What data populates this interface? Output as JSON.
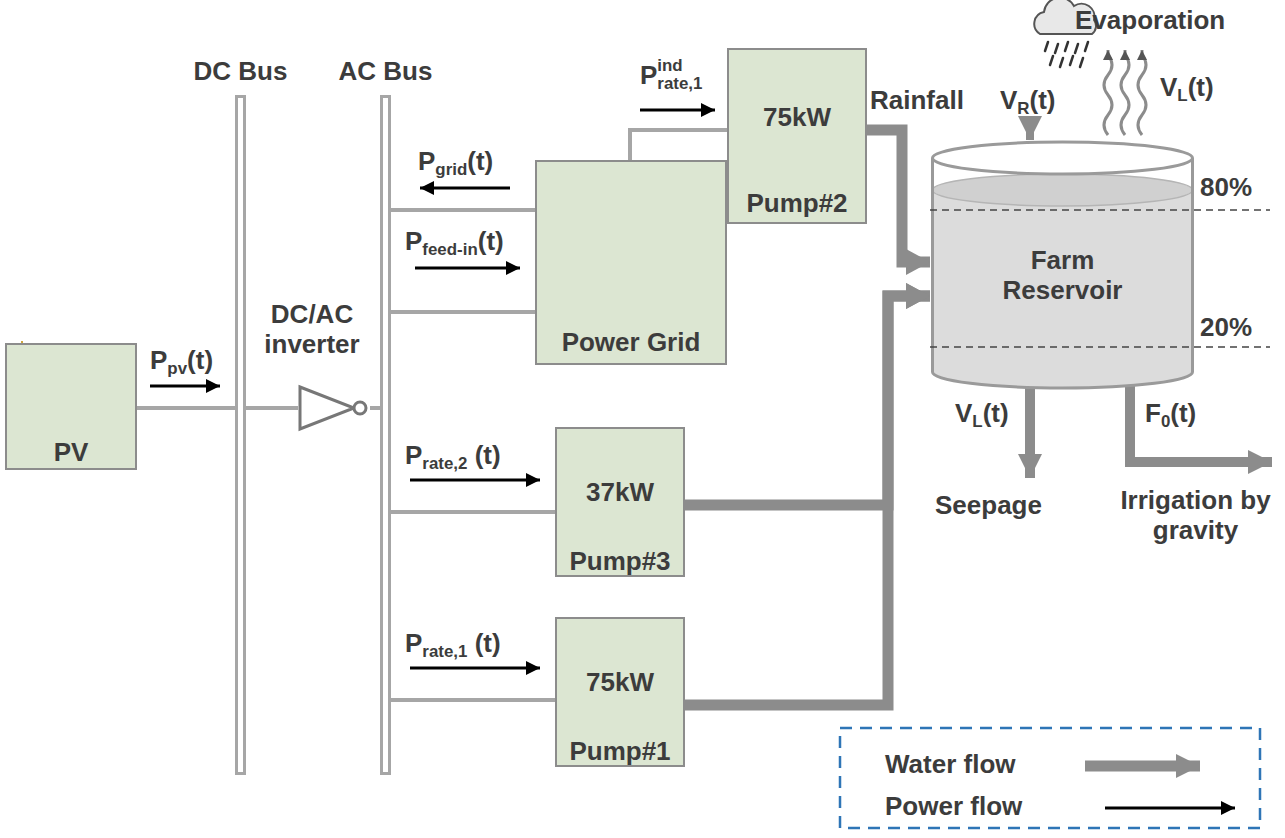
{
  "diagram": {
    "nodes": [
      {
        "text": [
          "DC Bus"
        ]
      },
      {
        "text": [
          "AC Bus"
        ]
      },
      {
        "text": [
          "PV"
        ]
      },
      {
        "text": [
          "DC/AC inverter"
        ]
      },
      {
        "text": [
          "Power Grid"
        ]
      },
      {
        "text": [
          "75kW",
          "Pump#2"
        ]
      },
      {
        "text": [
          "37kW",
          "Pump#3"
        ]
      },
      {
        "text": [
          "75kW",
          "Pump#1"
        ]
      },
      {
        "text": [
          "Farm Reservoir"
        ]
      }
    ],
    "edges": [
      {
        "from": 2,
        "to": 0,
        "arrow": "to",
        "label": "Ppv(t)"
      },
      {
        "from": 0,
        "to": 3,
        "arrow": "none"
      },
      {
        "from": 3,
        "to": 1,
        "arrow": "none"
      },
      {
        "from": 4,
        "to": 1,
        "arrow": "to",
        "label": "Pgrid(t)"
      },
      {
        "from": 1,
        "to": 4,
        "arrow": "to",
        "label": "Pfeed-in(t)"
      },
      {
        "from": 4,
        "to": 5,
        "arrow": "to",
        "label": "Prate,1ind"
      },
      {
        "from": 1,
        "to": 6,
        "arrow": "to",
        "label": "Prate,2 (t)"
      },
      {
        "from": 1,
        "to": 7,
        "arrow": "to",
        "label": "Prate,1 (t)"
      },
      {
        "from": 5,
        "to": 8,
        "arrow": "to"
      },
      {
        "from": 6,
        "to": 8,
        "arrow": "to"
      },
      {
        "from": 7,
        "to": 8,
        "arrow": "to"
      }
    ],
    "labels": [
      "Rainfall",
      "VR(t)",
      "Evaporation",
      "VL(t)",
      "80%",
      "20%",
      "VL(t)",
      "Seepage",
      "F0(t)",
      "Irrigation by gravity"
    ],
    "legend": [
      {
        "text": "Water flow"
      },
      {
        "text": "Power flow"
      }
    ]
  }
}
